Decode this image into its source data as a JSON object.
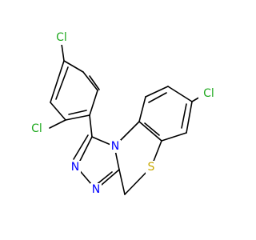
{
  "molecule": {
    "atoms": {
      "cl_top": {
        "symbol": "Cl",
        "color": "#22aa22"
      },
      "cl_left": {
        "symbol": "Cl",
        "color": "#22aa22"
      },
      "cl_right": {
        "symbol": "Cl",
        "color": "#22aa22"
      },
      "n_ring": {
        "symbol": "N",
        "color": "#0000ff"
      },
      "n_left_upper": {
        "symbol": "N",
        "color": "#0000ff"
      },
      "n_left_lower": {
        "symbol": "N",
        "color": "#0000ff"
      },
      "s_ring": {
        "symbol": "S",
        "color": "#c8a800"
      }
    },
    "bond_color": "#000000"
  }
}
